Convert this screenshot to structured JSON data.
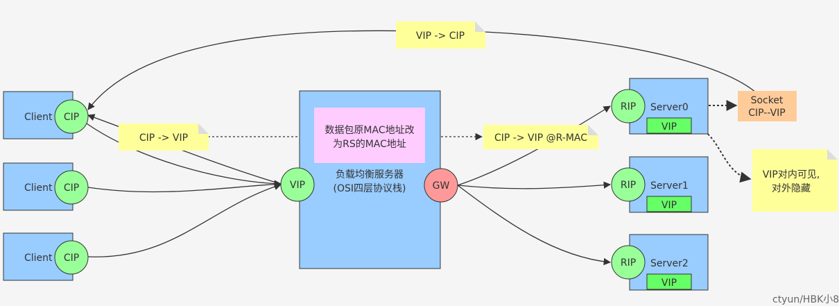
{
  "clients": [
    {
      "label": "Client",
      "ip": "CIP"
    },
    {
      "label": "Client",
      "ip": "CIP"
    },
    {
      "label": "Client",
      "ip": "CIP"
    }
  ],
  "lb": {
    "title_line1": "负载均衡服务器",
    "title_line2": "(OSI四层协议栈)",
    "vip": "VIP",
    "gw": "GW",
    "note_line1": "数据包原MAC地址改",
    "note_line2": "为RS的MAC地址"
  },
  "servers": [
    {
      "label": "Server0",
      "rip": "RIP",
      "vip": "VIP"
    },
    {
      "label": "Server1",
      "rip": "RIP",
      "vip": "VIP"
    },
    {
      "label": "Server2",
      "rip": "RIP",
      "vip": "VIP"
    }
  ],
  "notes": {
    "top": "VIP -> CIP",
    "left": "CIP -> VIP",
    "right": "CIP -> VIP @R-MAC",
    "vis_line1": "VIP对内可见,",
    "vis_line2": "对外隐藏"
  },
  "socket": {
    "line1": "Socket",
    "line2": "CIP--VIP"
  },
  "watermark": "ctyun/HBK小8",
  "colors": {
    "box": "#99ccff",
    "circle": "#99ff99",
    "gw": "#ff9999",
    "note": "#ffff99",
    "pink": "#ffccff",
    "socket": "#ffcc99",
    "vip_chip": "#66ff66"
  }
}
